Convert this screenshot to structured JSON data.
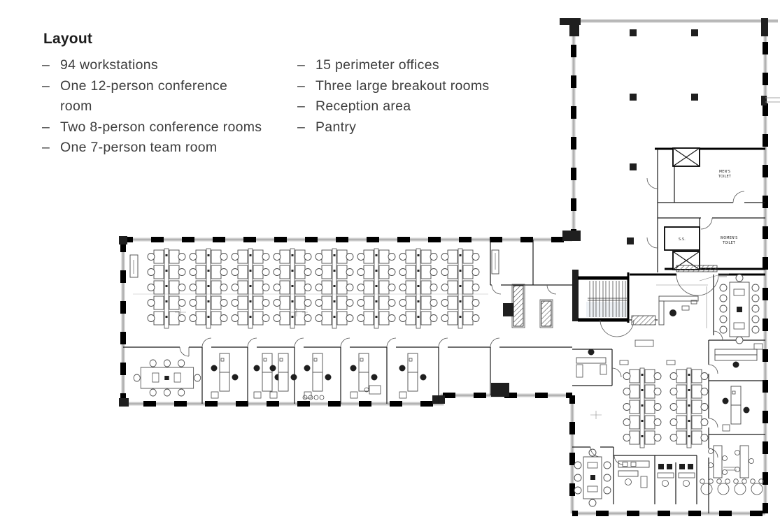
{
  "layout_panel": {
    "title": "Layout",
    "bullet": "–",
    "column1": [
      "94 workstations",
      "One 12-person conference\nroom",
      "Two 8-person conference rooms",
      "One 7-person team room"
    ],
    "column2": [
      "15 perimeter offices",
      "Three large breakout rooms",
      "Reception area",
      "Pantry"
    ]
  },
  "floor_plan": {
    "labels": {
      "mens_line1": "MEN'S",
      "mens_line2": "TOILET",
      "womens_line1": "WOMEN'S",
      "womens_line2": "TOILET",
      "service_shaft": "S.S."
    },
    "colors": {
      "wall": "#000000",
      "glazing": "#cccccc",
      "furniture": "#4a4a4a",
      "text": "#3d3d3d"
    }
  }
}
